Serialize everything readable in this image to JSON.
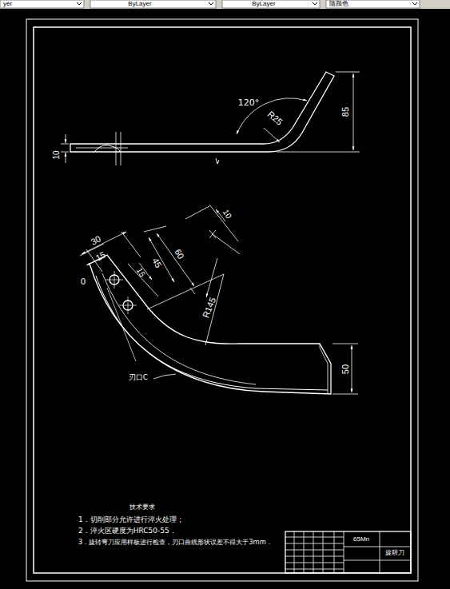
{
  "diagram": {
    "labels": [
      "yer",
      "ByLayer",
      "ByLayer",
      "随颜色",
      "120°",
      "R25",
      "85",
      "10",
      "30",
      "15",
      "0",
      "45",
      "15",
      "60",
      "10",
      "R145",
      "50",
      "刃口C",
      "技术要求",
      "1．切削部分允许进行淬火处理；",
      "2．淬火区硬度为HRC50-55．",
      "3．旋转弯刀应用样板进行检查，刃口曲线形状误差不得大于3mm．",
      "65Mn",
      "旋耕刀"
    ]
  }
}
